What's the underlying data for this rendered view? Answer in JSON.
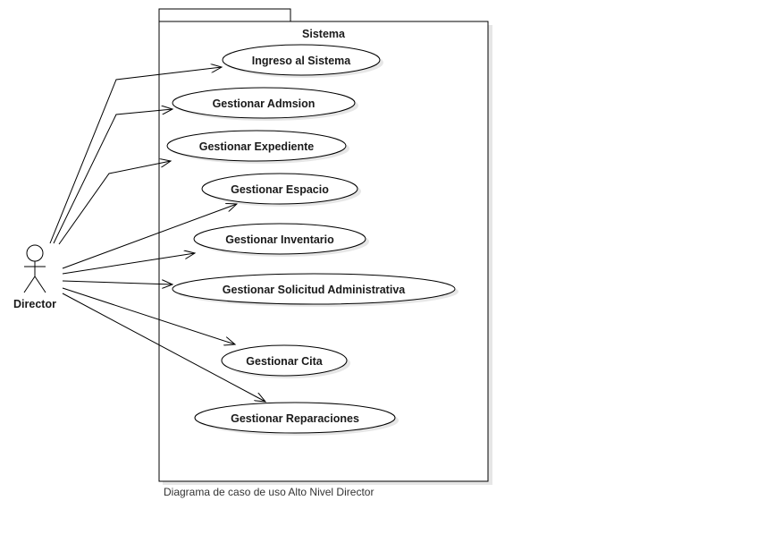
{
  "system": {
    "name": "Sistema"
  },
  "actor": {
    "name": "Director"
  },
  "use_cases": [
    {
      "label": "Ingreso al Sistema"
    },
    {
      "label": "Gestionar Admsion"
    },
    {
      "label": "Gestionar Expediente"
    },
    {
      "label": "Gestionar Espacio"
    },
    {
      "label": "Gestionar Inventario"
    },
    {
      "label": "Gestionar Solicitud Administrativa"
    },
    {
      "label": "Gestionar Cita"
    },
    {
      "label": "Gestionar Reparaciones"
    }
  ],
  "caption": "Diagrama de caso de uso Alto Nivel Director",
  "colors": {
    "line": "#000000",
    "shadow": "#e6e6e6",
    "background": "#ffffff"
  }
}
